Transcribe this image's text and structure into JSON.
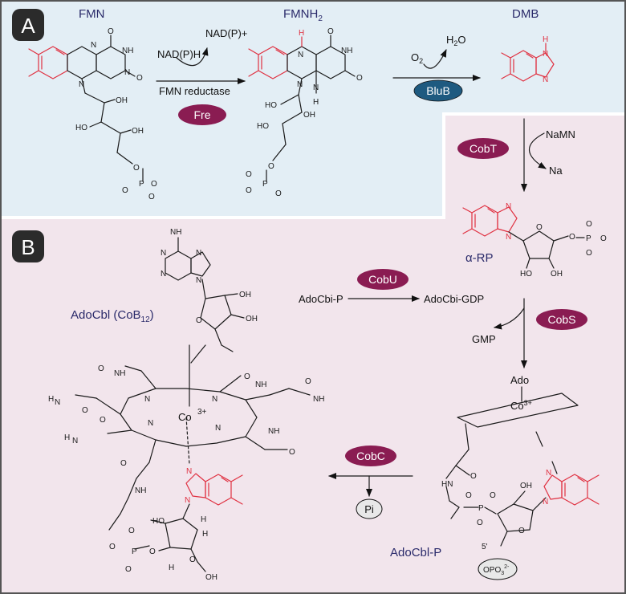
{
  "panels": {
    "a": "A",
    "b": "B"
  },
  "compounds": {
    "fmn": "FMN",
    "fmnh2": "FMNH",
    "fmnh2_sub": "2",
    "dmb": "DMB",
    "alpha_rp": "α-RP",
    "adocbl": "AdoCbl (CoB",
    "adocbl_sub": "12",
    "adocbl_close": ")",
    "adocbl_p": "AdoCbl-P"
  },
  "reagents": {
    "nadph": "NAD(P)H",
    "nadp": "NAD(P)+",
    "fmn_reductase": "FMN reductase",
    "o2": "O",
    "o2_sub": "2",
    "h2o_h": "H",
    "h2o_sub": "2",
    "h2o_o": "O",
    "namn": "NaMN",
    "na": "Na",
    "adocbi_p": "AdoCbi-P",
    "adocbi_gdp": "AdoCbi-GDP",
    "gmp": "GMP",
    "pi": "Pi",
    "ado": "Ado",
    "co3": "Co",
    "co3_sup": "3+",
    "five_prime": "5'",
    "opo3": "OPO"
  },
  "enzymes": {
    "fre": "Fre",
    "blub": "BluB",
    "cobt": "CobT",
    "cobu": "CobU",
    "cobs": "CobS",
    "cobc": "CobC"
  },
  "colors": {
    "panel_a_bg": "#e3eef5",
    "panel_b_bg": "#f2e5ec",
    "enzyme_magenta": "#8a1c52",
    "enzyme_blue": "#1e5a80",
    "dmb_red": "#e03040",
    "compound_name": "#2a2a6a",
    "frame": "#555555"
  }
}
